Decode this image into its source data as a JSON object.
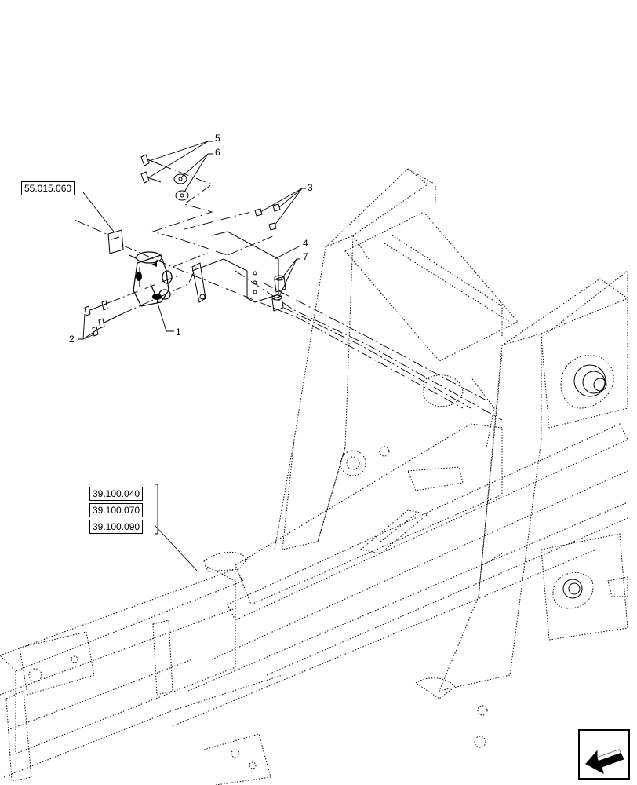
{
  "references": [
    {
      "id": "ref-55-015-060",
      "label": "55.015.060"
    },
    {
      "id": "ref-39-100-040",
      "label": "39.100.040"
    },
    {
      "id": "ref-39-100-070",
      "label": "39.100.070"
    },
    {
      "id": "ref-39-100-090",
      "label": "39.100.090"
    }
  ],
  "callouts": {
    "c1": "1",
    "c2": "2",
    "c3": "3",
    "c4": "4",
    "c5": "5",
    "c6": "6",
    "c7": "7"
  },
  "navigation": {
    "icon": "arrow-down-left-icon"
  },
  "colors": {
    "line": "#000000",
    "background": "#ffffff"
  }
}
